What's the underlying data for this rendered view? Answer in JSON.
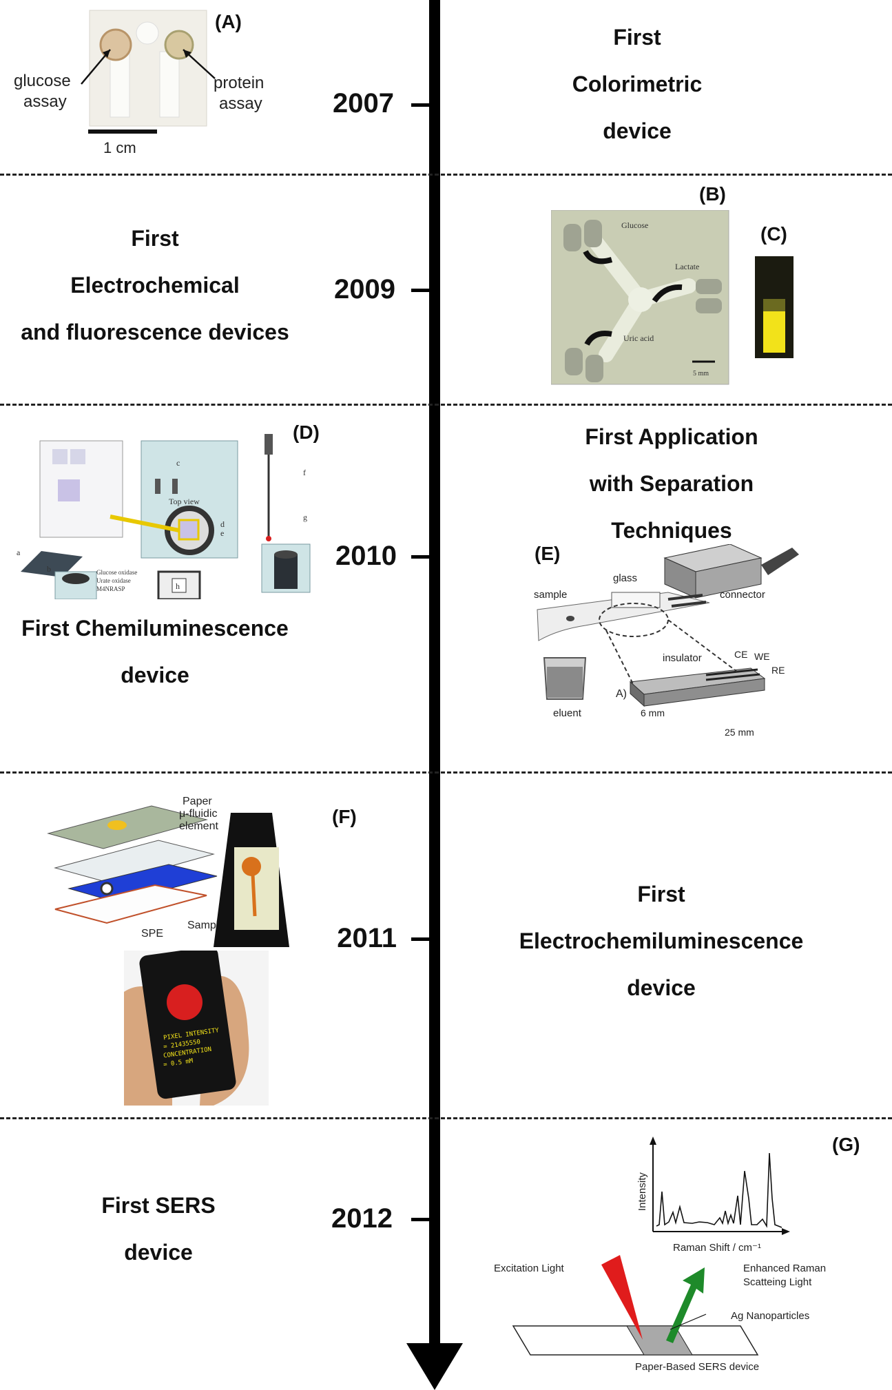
{
  "timeline": {
    "years": [
      "2007",
      "2009",
      "2010",
      "2011",
      "2012"
    ]
  },
  "entries": {
    "e2007": {
      "lines": [
        "First",
        "Colorimetric",
        "device"
      ]
    },
    "e2009": {
      "lines": [
        "First",
        "Electrochemical",
        "and fluorescence devices"
      ]
    },
    "e2010a": {
      "lines": [
        "First Chemiluminescence",
        "device"
      ]
    },
    "e2010b": {
      "lines": [
        "First Application",
        "with Separation",
        "Techniques"
      ]
    },
    "e2011": {
      "lines": [
        "First",
        "Electrochemiluminescence",
        "device"
      ]
    },
    "e2012": {
      "lines": [
        "First SERS",
        "device"
      ]
    }
  },
  "panels": {
    "A": "(A)",
    "B": "(B)",
    "C": "(C)",
    "D": "(D)",
    "E": "(E)",
    "F": "(F)",
    "G": "(G)"
  },
  "figA": {
    "left": "glucose\nassay",
    "left1": "glucose",
    "left2": "assay",
    "right1": "protein",
    "right2": "assay",
    "scale": "1 cm"
  },
  "figB": {
    "glucose": "Glucose",
    "lactate": "Lactate",
    "uric": "Uric acid",
    "scale": "5 mm"
  },
  "figD": {
    "topview": "Top view",
    "legend": [
      "Glucose oxidase",
      "Urate oxidase",
      "M4NRASP"
    ],
    "letters": [
      "a",
      "b",
      "c",
      "d",
      "e",
      "f",
      "g",
      "h"
    ]
  },
  "figE": {
    "glass": "glass",
    "sample": "sample",
    "connector": "connector",
    "insulator": "insulator",
    "ce": "CE",
    "we": "WE",
    "re": "RE",
    "eluent": "eluent",
    "a": "A)",
    "w6": "6 mm",
    "w25": "25 mm"
  },
  "figF": {
    "paper1": "Paper",
    "paper2": "μ-fluidic",
    "paper3": "element",
    "spe": "SPE",
    "sample": "Sample in",
    "phone1": "PIXEL INTENSITY",
    "phone2": "= 21435550",
    "phone3": "CONCENTRATION",
    "phone4": "= 0.5 mM"
  },
  "figG": {
    "ylabel": "Intensity",
    "xlabel": "Raman Shift / cm⁻¹",
    "excitation": "Excitation Light",
    "enhanced1": "Enhanced Raman",
    "enhanced2": "Scatteing Light",
    "ag": "Ag Nanoparticles",
    "device": "Paper-Based SERS device"
  },
  "colors": {
    "arrow": "#000000",
    "green": "#1e8a2a",
    "red": "#d81f1f",
    "yellow": "#f2e21a",
    "blue": "#1f3fd6",
    "orange": "#d8711c"
  }
}
